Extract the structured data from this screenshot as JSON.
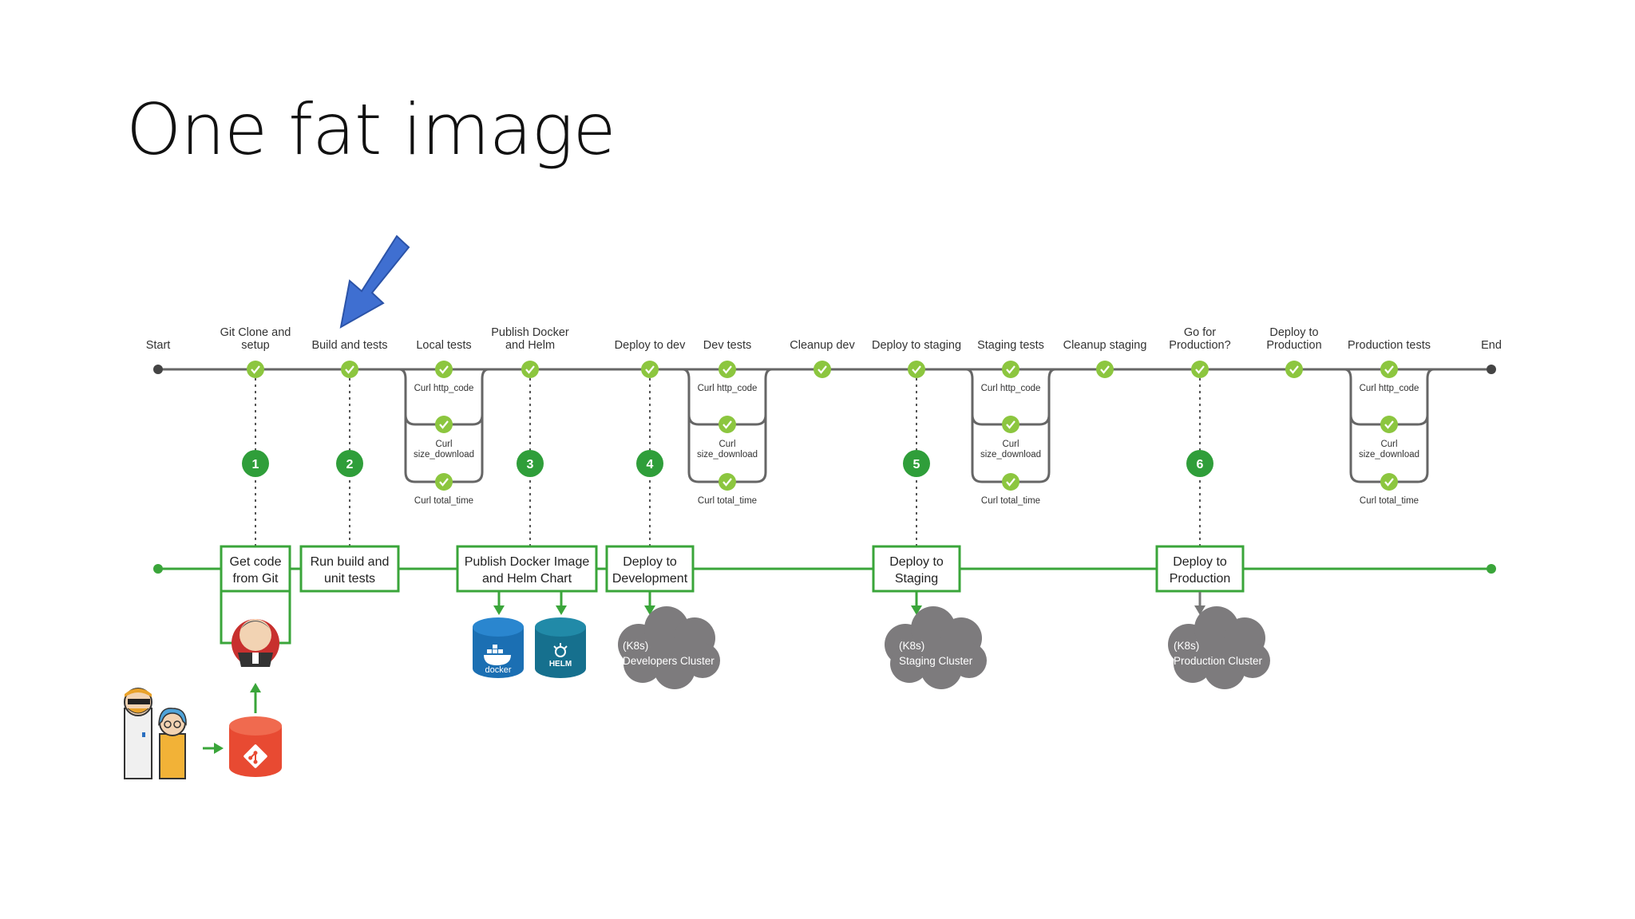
{
  "slide": {
    "title": "One fat image"
  },
  "pipeline": {
    "start_label": "Start",
    "end_label": "End",
    "stages": [
      {
        "id": "git-clone",
        "label": [
          "Git Clone and",
          "setup"
        ]
      },
      {
        "id": "build-tests",
        "label": [
          "Build and tests"
        ]
      },
      {
        "id": "local-tests",
        "label": [
          "Local tests"
        ]
      },
      {
        "id": "publish",
        "label": [
          "Publish Docker",
          "and Helm"
        ]
      },
      {
        "id": "deploy-dev",
        "label": [
          "Deploy to dev"
        ]
      },
      {
        "id": "dev-tests",
        "label": [
          "Dev tests"
        ]
      },
      {
        "id": "cleanup-dev",
        "label": [
          "Cleanup dev"
        ]
      },
      {
        "id": "deploy-staging",
        "label": [
          "Deploy to staging"
        ]
      },
      {
        "id": "staging-tests",
        "label": [
          "Staging tests"
        ]
      },
      {
        "id": "cleanup-staging",
        "label": [
          "Cleanup staging"
        ]
      },
      {
        "id": "go-production",
        "label": [
          "Go for",
          "Production?"
        ]
      },
      {
        "id": "deploy-production",
        "label": [
          "Deploy to",
          "Production"
        ]
      },
      {
        "id": "production-tests",
        "label": [
          "Production tests"
        ]
      }
    ],
    "parallel_tests": {
      "top": "Curl http_code",
      "middle": [
        "Curl",
        "size_download"
      ],
      "bottom": "Curl total_time"
    },
    "steps": [
      {
        "number": "1",
        "box": [
          "Get code",
          "from Git"
        ]
      },
      {
        "number": "2",
        "box": [
          "Run build and",
          "unit tests"
        ]
      },
      {
        "number": "3",
        "box": [
          "Publish Docker Image",
          "and Helm Chart"
        ]
      },
      {
        "number": "4",
        "box": [
          "Deploy to",
          "Development"
        ]
      },
      {
        "number": "5",
        "box": [
          "Deploy to",
          "Staging"
        ]
      },
      {
        "number": "6",
        "box": [
          "Deploy to",
          "Production"
        ]
      }
    ],
    "clusters": [
      {
        "line1": "(K8s)",
        "line2": "Developers Cluster"
      },
      {
        "line1": "(K8s)",
        "line2": "Staging Cluster"
      },
      {
        "line1": "(K8s)",
        "line2": "Production Cluster"
      }
    ],
    "repo_logos": {
      "docker": "docker",
      "helm": "HELM"
    }
  },
  "colors": {
    "green": "#3aa53a",
    "check_green": "#8cc63f",
    "line_grey": "#666666",
    "cloud_grey": "#7d7b7d",
    "arrow_blue": "#3f6fd1",
    "docker_blue": "#1b6fb3",
    "helm_teal": "#16708e",
    "git_red": "#e84a32"
  }
}
